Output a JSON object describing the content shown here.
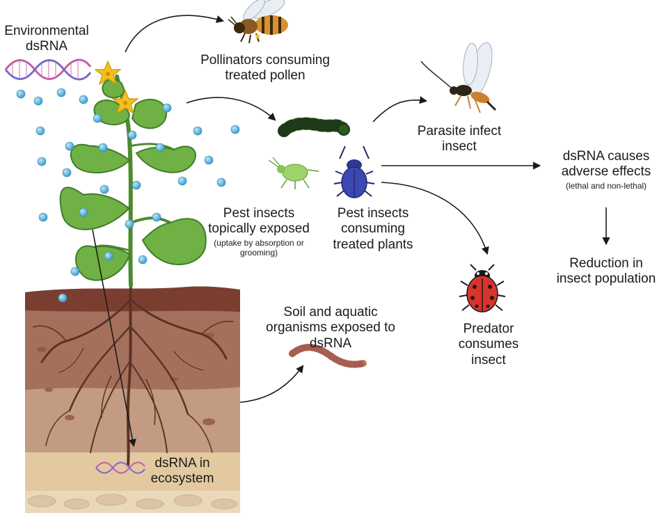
{
  "labels": {
    "environmental_dsrna": "Environmental\ndsRNA",
    "pollinators": "Pollinators consuming\ntreated pollen",
    "parasite": "Parasite infect\ninsect",
    "adverse_effects": "dsRNA causes\nadverse effects",
    "adverse_effects_note": "(lethal and non-lethal)",
    "reduction": "Reduction in\ninsect population",
    "topical": "Pest insects\ntopically exposed",
    "topical_note": "(uptake by absorption or\ngrooming)",
    "consuming": "Pest insects\nconsuming\ntreated plants",
    "soil_aquatic": "Soil and aquatic\norganisms exposed to\ndsRNA",
    "predator": "Predator\nconsumes\ninsect",
    "ecosystem": "dsRNA in\necosystem"
  },
  "colors": {
    "text": "#1a1a1a",
    "droplet": "#4aaed6",
    "leaf": "#6fb144",
    "leaf_dark": "#3f7d2a",
    "flower": "#f2c21b",
    "soil_top": "#7a3e30",
    "soil_mid": "#a4705c",
    "soil_low": "#c39b82",
    "sand": "#e3c9a0",
    "root": "#5b3224",
    "dsrna_strand_a": "#c35ea5",
    "dsrna_strand_b": "#7b6ac8"
  },
  "icons": [
    "dsrna-helix-icon",
    "bee-icon",
    "wasp-icon",
    "caterpillar-icon",
    "aphid-icon",
    "beetle-icon",
    "ladybug-icon",
    "earthworm-icon",
    "plant-icon"
  ]
}
